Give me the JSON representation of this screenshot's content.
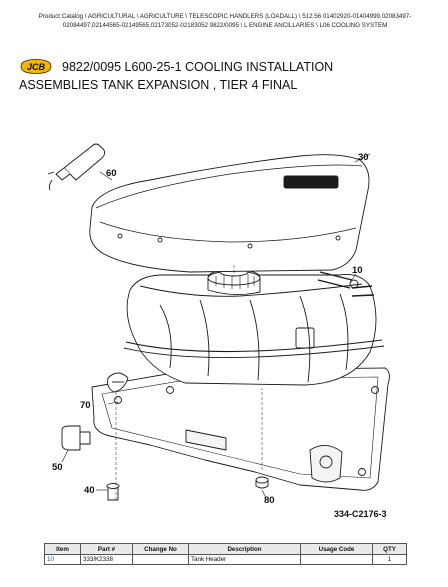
{
  "breadcrumb": "Product Catalog \\ AGRICULTURAL \\ AGRICULTURE \\ TELESCOPIC HANDLERS (LOADALL) \\ 512.56 01402920-01404999,02083497-02084497,02144565-02149565,02173052-02183052 9822/0095 \\ L ENGINE ANCILLARIES \\ L06 COOLING SYSTEM",
  "logo": {
    "text": "JCB",
    "color": "#f2b600"
  },
  "title": {
    "line1": "9822/0095 L600-25-1 COOLING INSTALLATION",
    "line2": "ASSEMBLIES TANK EXPANSION , TIER 4 FINAL"
  },
  "diagram": {
    "callouts": [
      "60",
      "30",
      "10",
      "70",
      "50",
      "40",
      "80"
    ],
    "figure_ref": "334-C2176-3"
  },
  "parts_table": {
    "headers": [
      "Item",
      "Part #",
      "Change No",
      "Description",
      "Usage Code",
      "QTY"
    ],
    "rows": [
      {
        "item": "10",
        "part": "333/K2338",
        "change": "",
        "description": "Tank Header",
        "usage": "",
        "qty": "1"
      }
    ]
  }
}
